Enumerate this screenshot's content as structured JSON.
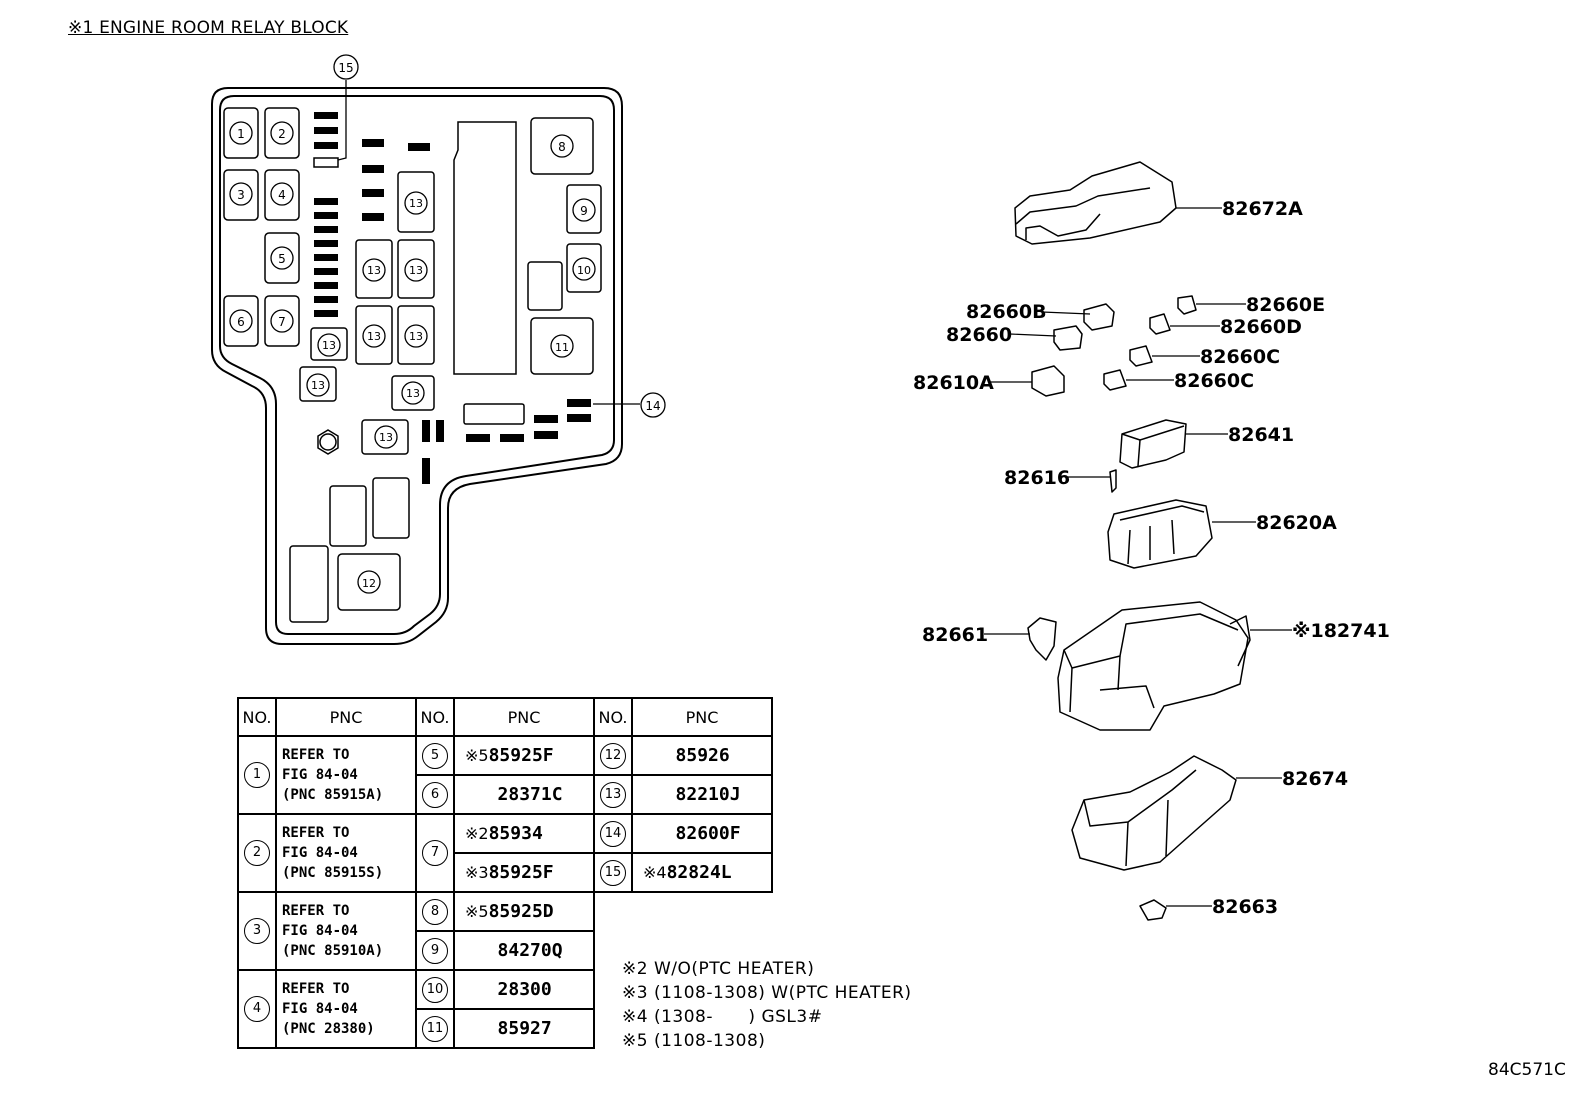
{
  "title": "※1 ENGINE ROOM RELAY BLOCK",
  "diagram_code": "84C571C",
  "block_labels": {
    "r1": "1",
    "r2": "2",
    "r3": "3",
    "r4": "4",
    "r5": "5",
    "r6": "6",
    "r7": "7",
    "r8": "8",
    "r9": "9",
    "r10": "10",
    "r11": "11",
    "r12": "12",
    "r13": "13",
    "r14": "14",
    "r15": "15"
  },
  "parts": [
    {
      "id": "p1",
      "label": "82672A"
    },
    {
      "id": "p2",
      "label": "82660B"
    },
    {
      "id": "p3",
      "label": "82660"
    },
    {
      "id": "p4",
      "label": "82660E"
    },
    {
      "id": "p5",
      "label": "82660D"
    },
    {
      "id": "p6",
      "label": "82660C"
    },
    {
      "id": "p7",
      "label": "82610A"
    },
    {
      "id": "p8",
      "label": "82660C"
    },
    {
      "id": "p9",
      "label": "82641"
    },
    {
      "id": "p10",
      "label": "82616"
    },
    {
      "id": "p11",
      "label": "82620A"
    },
    {
      "id": "p12",
      "label": "82661"
    },
    {
      "id": "p13",
      "label": "※182741"
    },
    {
      "id": "p14",
      "label": "82674"
    },
    {
      "id": "p15",
      "label": "82663"
    }
  ],
  "table": {
    "headers": {
      "no": "NO.",
      "pnc": "PNC"
    },
    "rows": {
      "r1": {
        "no": "1",
        "text": "REFER TO\nFIG 84-04\n(PNC 85915A)"
      },
      "r2": {
        "no": "2",
        "text": "REFER TO\nFIG 84-04\n(PNC 85915S)"
      },
      "r3": {
        "no": "3",
        "text": "REFER TO\nFIG 84-04\n(PNC 85910A)"
      },
      "r4": {
        "no": "4",
        "text": "REFER TO\nFIG 84-04\n(PNC 28380)"
      },
      "r5": {
        "no": "5",
        "mark": "※5",
        "pnc": "85925F"
      },
      "r6": {
        "no": "6",
        "mark": "",
        "pnc": "28371C"
      },
      "r7a": {
        "no": "7",
        "mark": "※2",
        "pnc": "85934"
      },
      "r7b": {
        "mark": "※3",
        "pnc": "85925F"
      },
      "r8": {
        "no": "8",
        "mark": "※5",
        "pnc": "85925D"
      },
      "r9": {
        "no": "9",
        "mark": "",
        "pnc": "84270Q"
      },
      "r10": {
        "no": "10",
        "mark": "",
        "pnc": "28300"
      },
      "r11": {
        "no": "11",
        "mark": "",
        "pnc": "85927"
      },
      "r12": {
        "no": "12",
        "mark": "",
        "pnc": "85926"
      },
      "r13": {
        "no": "13",
        "mark": "",
        "pnc": "82210J"
      },
      "r14": {
        "no": "14",
        "mark": "",
        "pnc": "82600F"
      },
      "r15": {
        "no": "15",
        "mark": "※4",
        "pnc": "82824L"
      }
    }
  },
  "notes": [
    "※2 W/O(PTC HEATER)",
    "※3 (1108-1308) W(PTC HEATER)",
    "※4 (1308-      ) GSL3#",
    "※5 (1108-1308)"
  ]
}
